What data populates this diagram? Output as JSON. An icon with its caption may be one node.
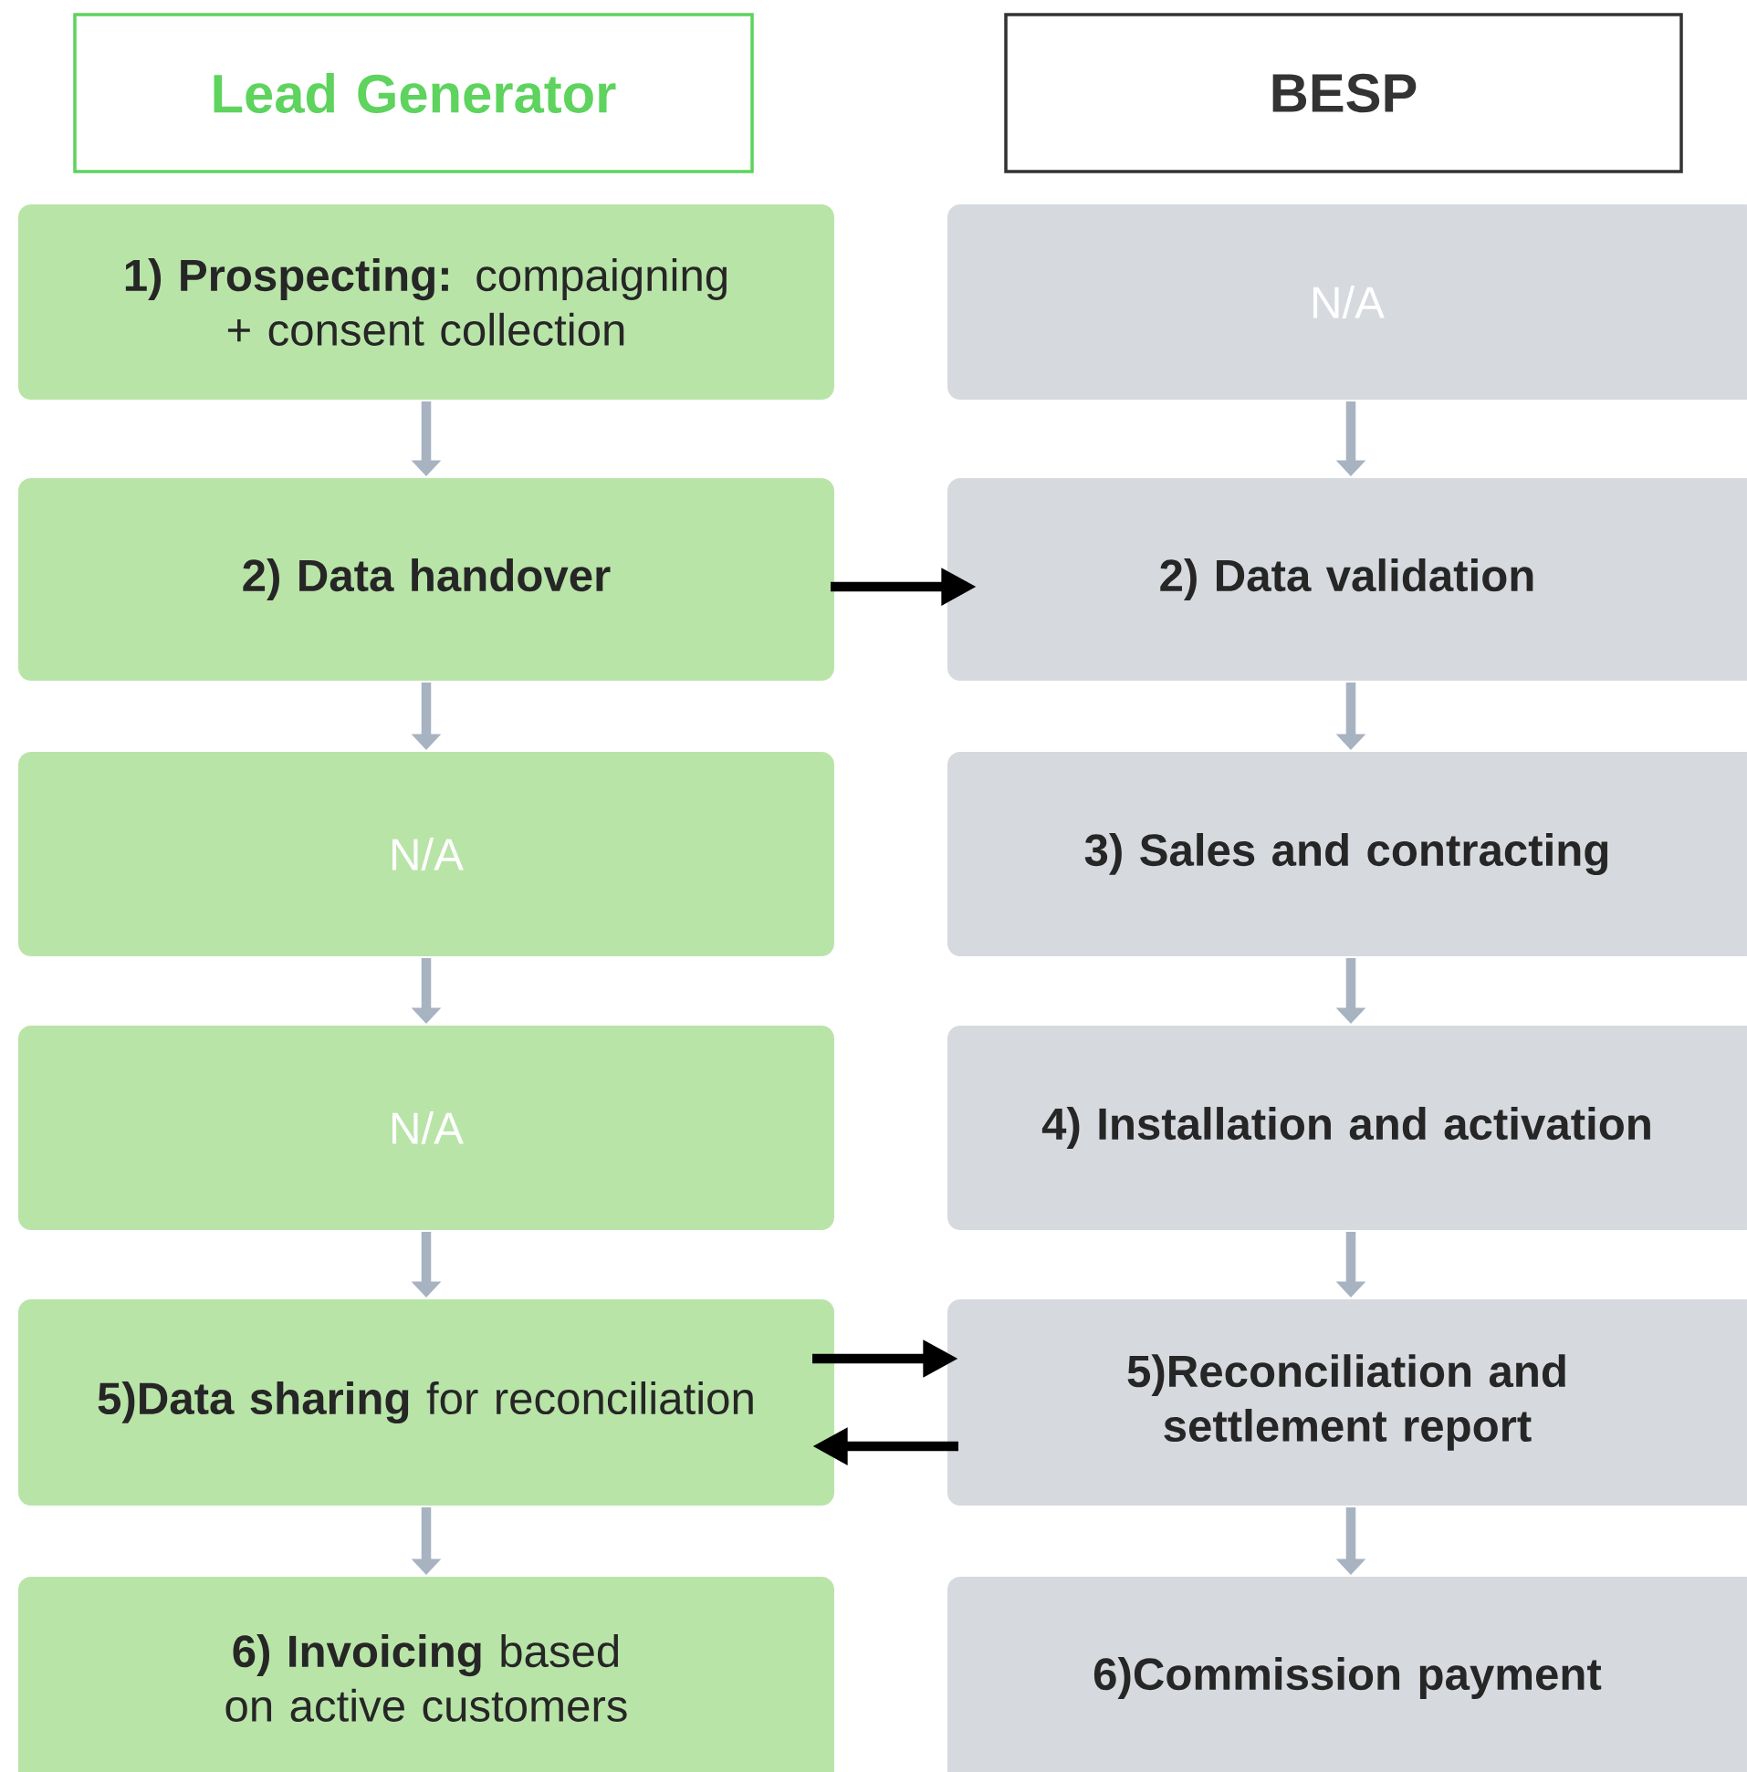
{
  "diagram": {
    "nodes": [
      {
        "text": [
          "Lead Generator"
        ]
      },
      {
        "text": [
          "BESP"
        ]
      },
      {
        "text": [
          "**1) Prospecting:** compaigning + consent collection"
        ]
      },
      {
        "text": [
          "N/A"
        ]
      },
      {
        "text": [
          "2) Data handover"
        ]
      },
      {
        "text": [
          "2) Data validation"
        ]
      },
      {
        "text": [
          "N/A"
        ]
      },
      {
        "text": [
          "3) Sales and contracting"
        ]
      },
      {
        "text": [
          "N/A"
        ]
      },
      {
        "text": [
          "4) Installation and activation"
        ]
      },
      {
        "text": [
          "**5)Data sharing** for reconciliation"
        ]
      },
      {
        "text": [
          "5)Reconciliation and settlement report"
        ]
      },
      {
        "text": [
          "**6) Invoicing** based on active customers"
        ]
      },
      {
        "text": [
          "6)Commission payment"
        ]
      }
    ],
    "edges": [
      {
        "from": 2,
        "to": 4,
        "arrow": "to"
      },
      {
        "from": 4,
        "to": 6,
        "arrow": "to"
      },
      {
        "from": 6,
        "to": 8,
        "arrow": "to"
      },
      {
        "from": 8,
        "to": 10,
        "arrow": "to"
      },
      {
        "from": 10,
        "to": 12,
        "arrow": "to"
      },
      {
        "from": 3,
        "to": 5,
        "arrow": "to"
      },
      {
        "from": 5,
        "to": 7,
        "arrow": "to"
      },
      {
        "from": 7,
        "to": 9,
        "arrow": "to"
      },
      {
        "from": 9,
        "to": 11,
        "arrow": "to"
      },
      {
        "from": 11,
        "to": 13,
        "arrow": "to"
      },
      {
        "from": 4,
        "to": 5,
        "arrow": "to",
        "color": "#000000"
      },
      {
        "from": 10,
        "to": 11,
        "arrow": "to",
        "color": "#000000"
      },
      {
        "from": 11,
        "to": 10,
        "arrow": "to",
        "color": "#000000"
      }
    ]
  }
}
